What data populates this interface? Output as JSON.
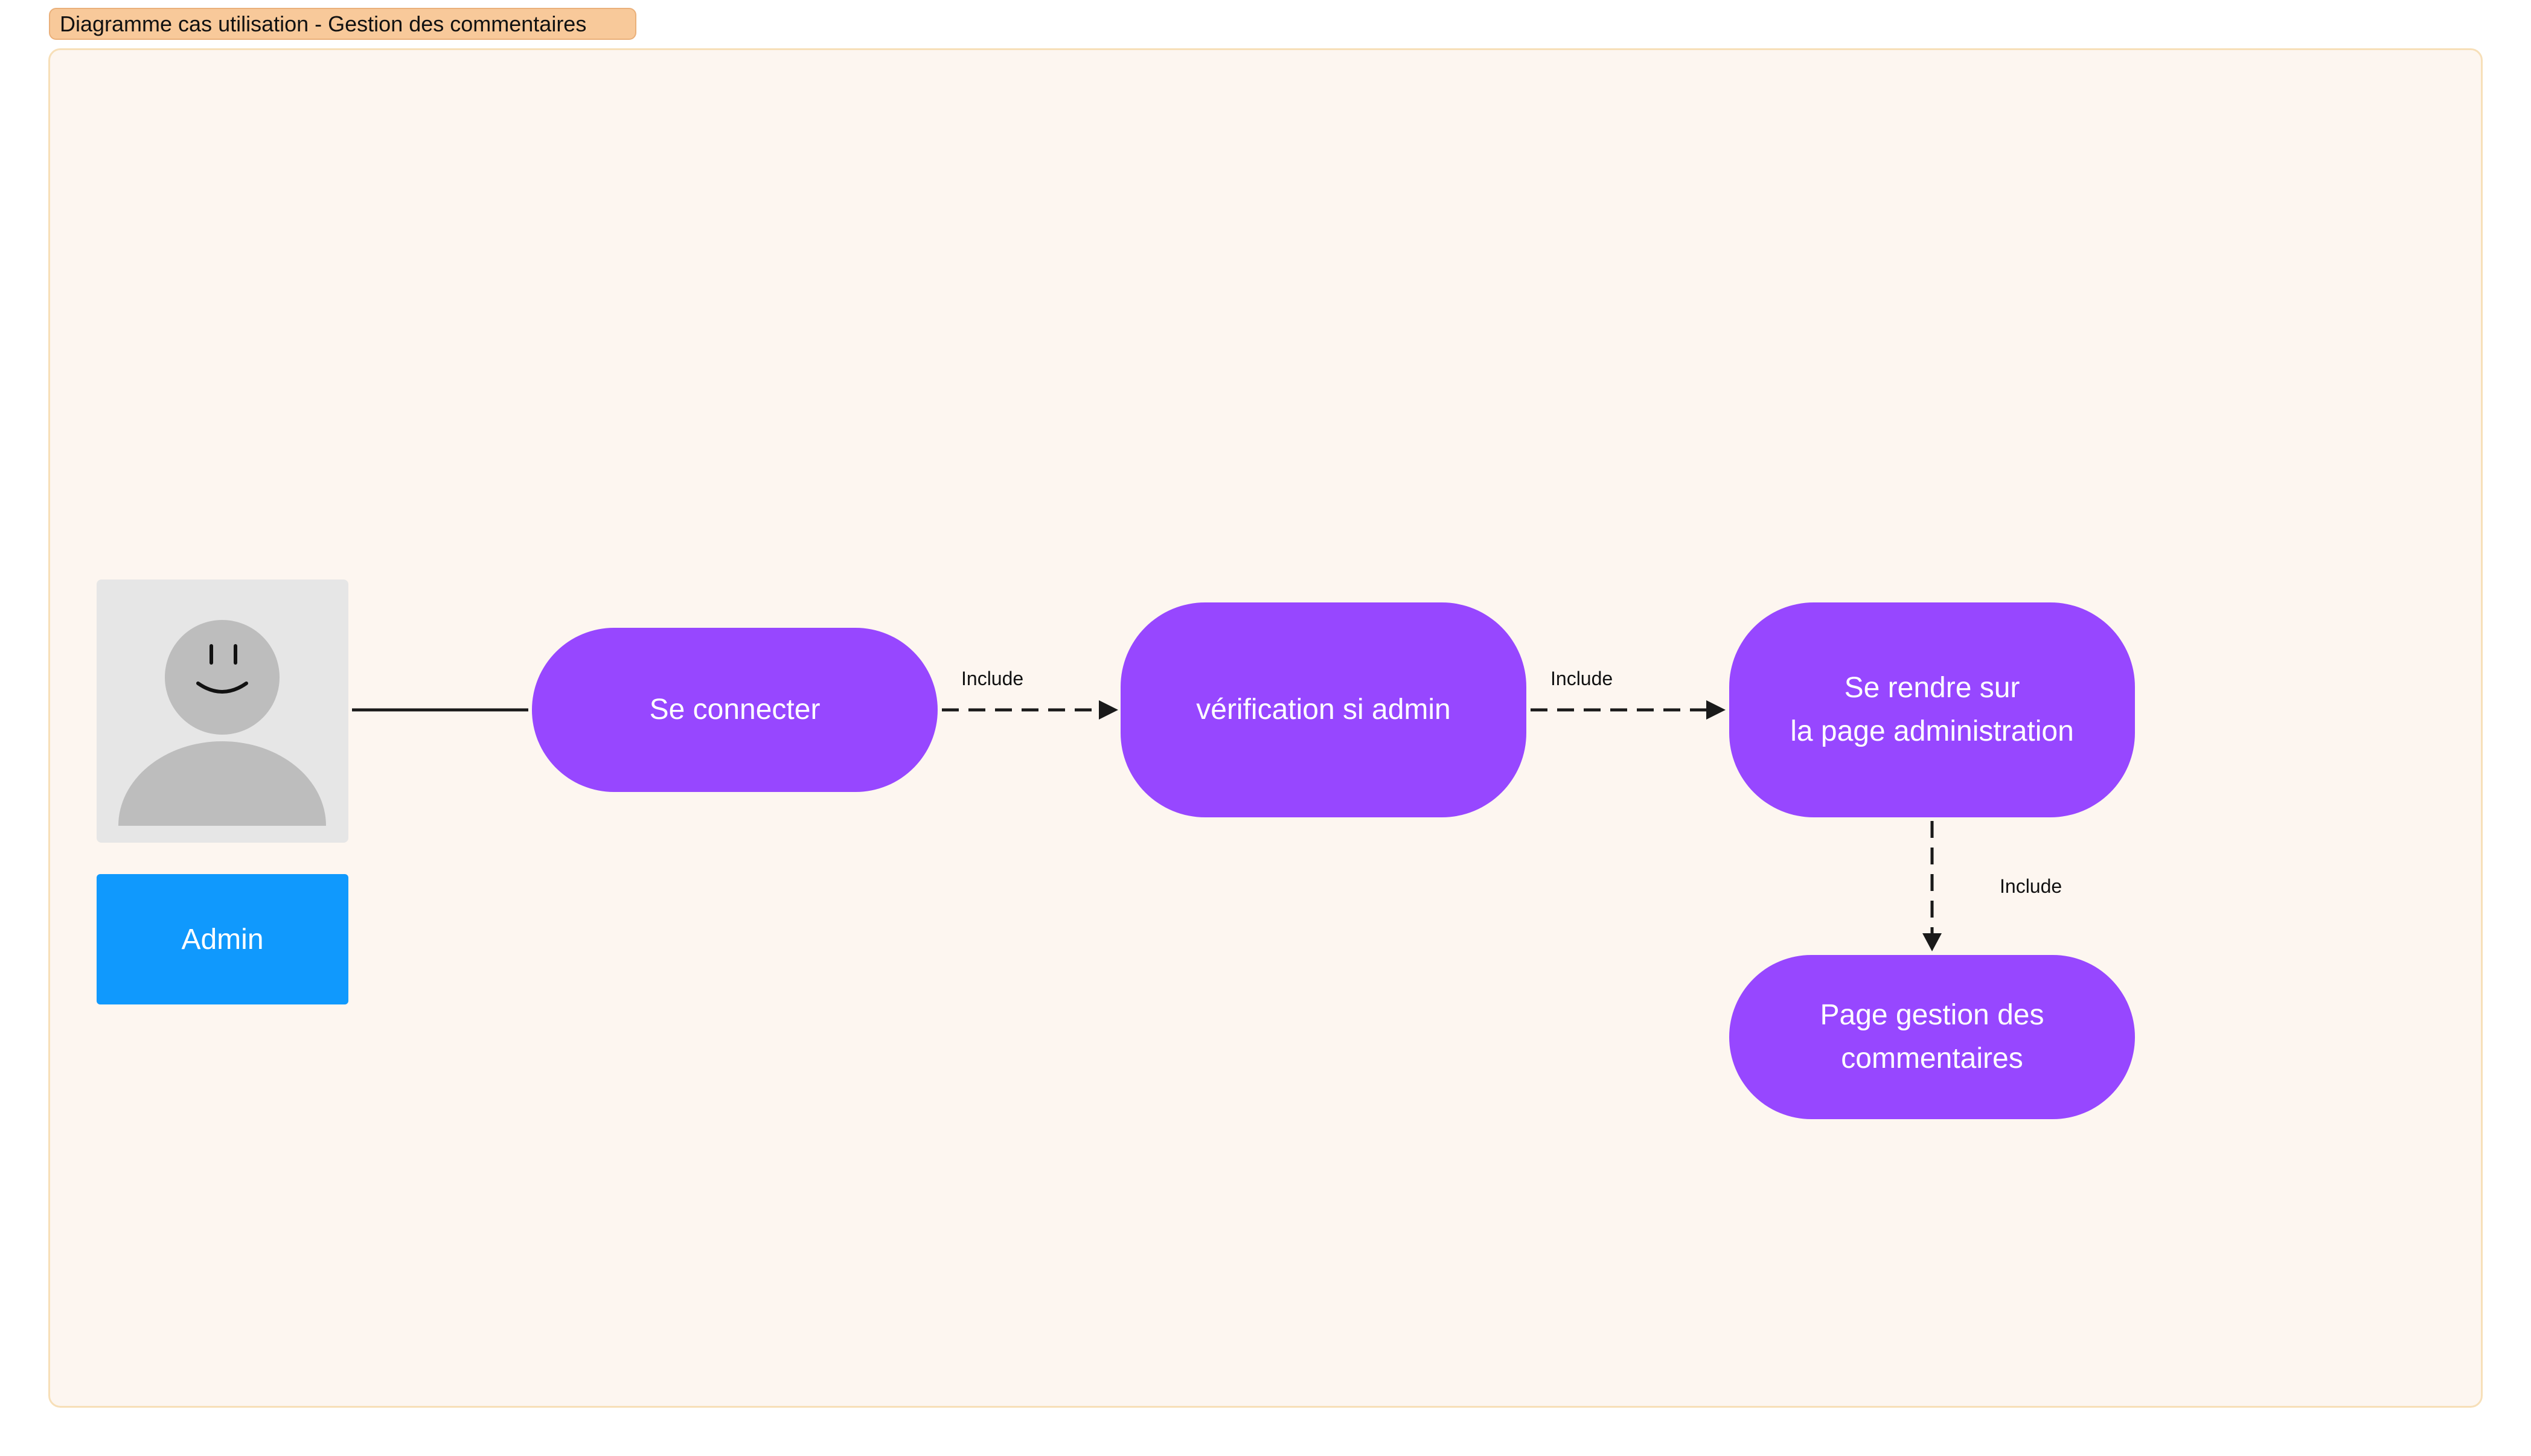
{
  "frame": {
    "title": "Diagramme cas utilisation - Gestion des commentaires",
    "background_color": "#fdf6f0",
    "title_color": "#f8c99a"
  },
  "actor": {
    "icon": "smiley-person-icon",
    "label": "Admin",
    "label_color": "#1099fd"
  },
  "use_cases": {
    "color": "#9747ff",
    "connect": "Se connecter",
    "verif": "vérification si admin",
    "rendre": "Se rendre sur\nla page administration",
    "gestion": "Page gestion des\ncommentaires"
  },
  "relations": [
    {
      "from": "actor",
      "to": "connect",
      "type": "association",
      "label": ""
    },
    {
      "from": "connect",
      "to": "verif",
      "type": "include",
      "label": "Include"
    },
    {
      "from": "verif",
      "to": "rendre",
      "type": "include",
      "label": "Include"
    },
    {
      "from": "rendre",
      "to": "gestion",
      "type": "include",
      "label": "Include"
    }
  ]
}
